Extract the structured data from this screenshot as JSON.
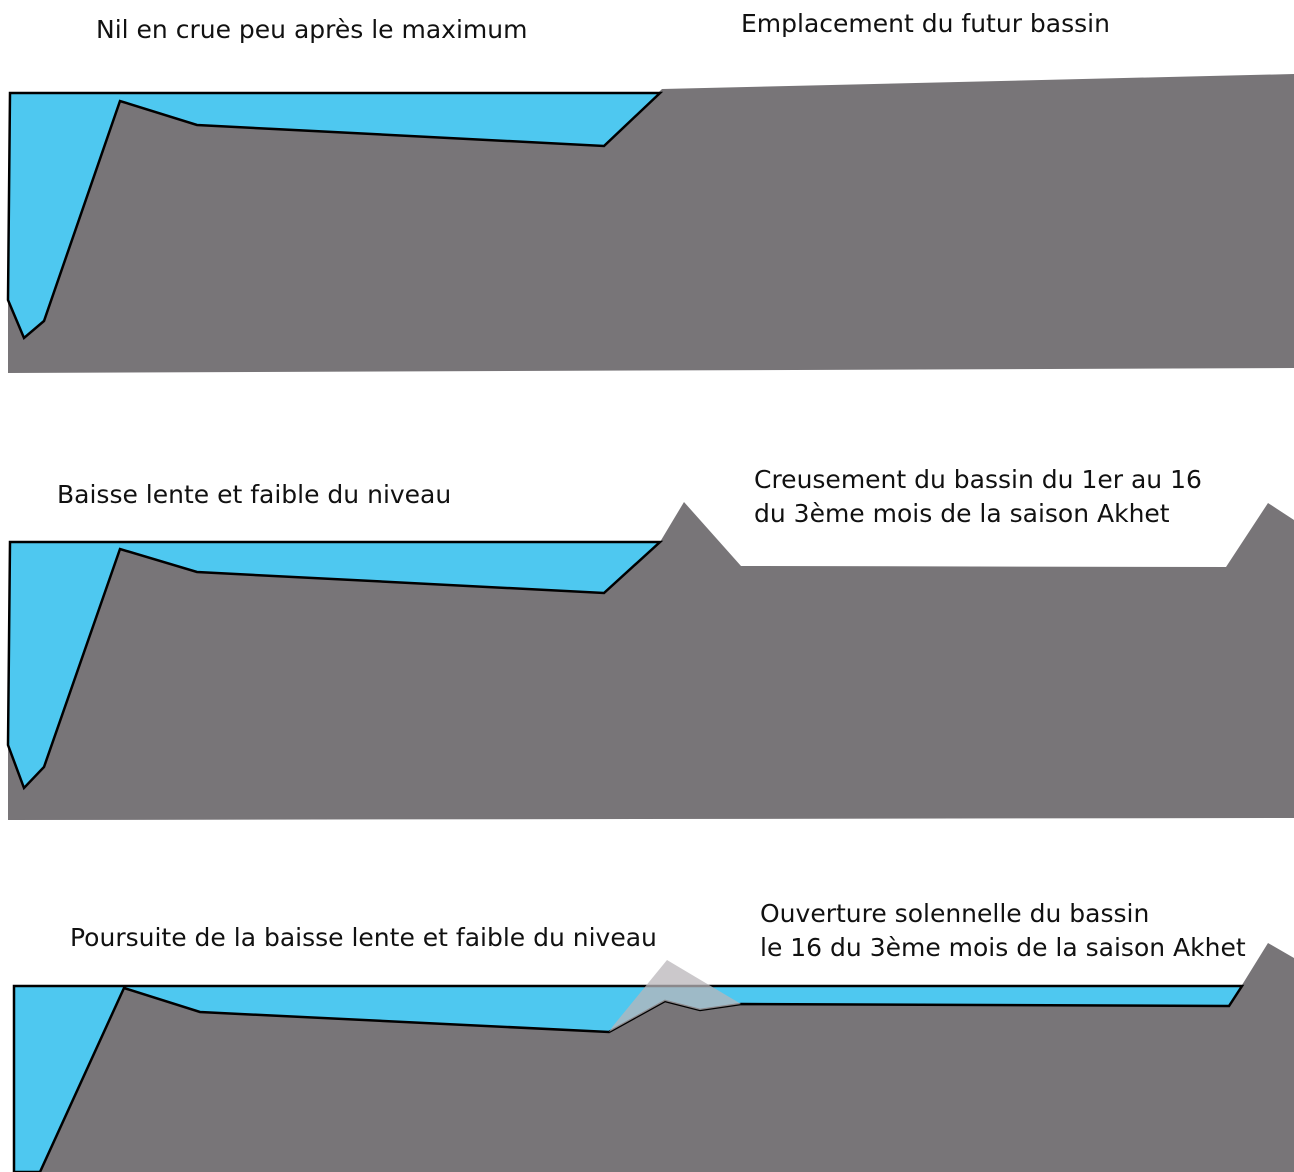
{
  "colors": {
    "water": "#4ec8f0",
    "ground": "#787578",
    "ghost_dike": "#b9b6b9",
    "outline": "#000000",
    "text": "#111111"
  },
  "panels": [
    {
      "left_label": "Nil en crue peu après le maximum",
      "right_label_lines": [
        "Emplacement du futur bassin"
      ]
    },
    {
      "left_label": "Baisse lente et faible du niveau",
      "right_label_lines": [
        "Creusement du bassin du 1er au 16",
        "du 3ème mois de la saison Akhet"
      ]
    },
    {
      "left_label": "Poursuite de la baisse lente et faible du niveau",
      "right_label_lines": [
        "Ouverture solennelle du bassin",
        "le 16 du 3ème mois de la saison Akhet"
      ]
    }
  ]
}
